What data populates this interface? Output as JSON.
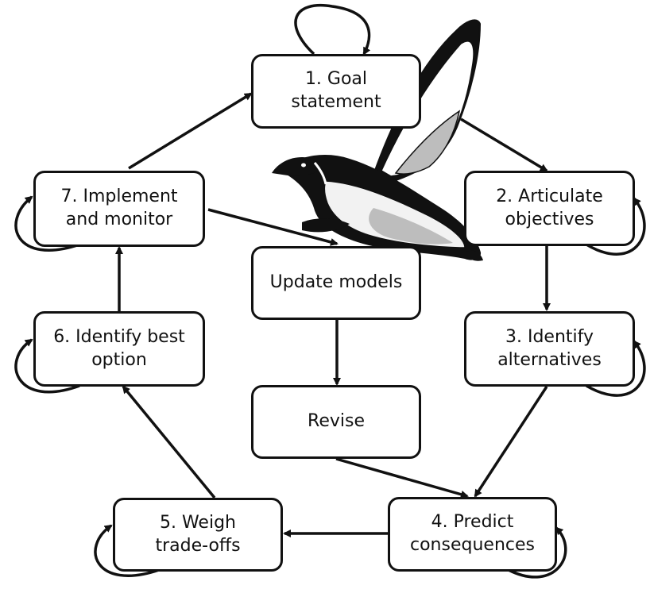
{
  "nodes": {
    "goal": "1. Goal\nstatement",
    "objectives": "2. Articulate\nobjectives",
    "alternatives": "3. Identify\nalternatives",
    "consequences": "4. Predict\nconsequences",
    "tradeoffs": "5. Weigh\ntrade-offs",
    "best_option": "6. Identify best\noption",
    "implement": "7. Implement\nand monitor",
    "update_models": "Update models",
    "revise": "Revise"
  },
  "illustration": {
    "subject": "bird-icon"
  }
}
